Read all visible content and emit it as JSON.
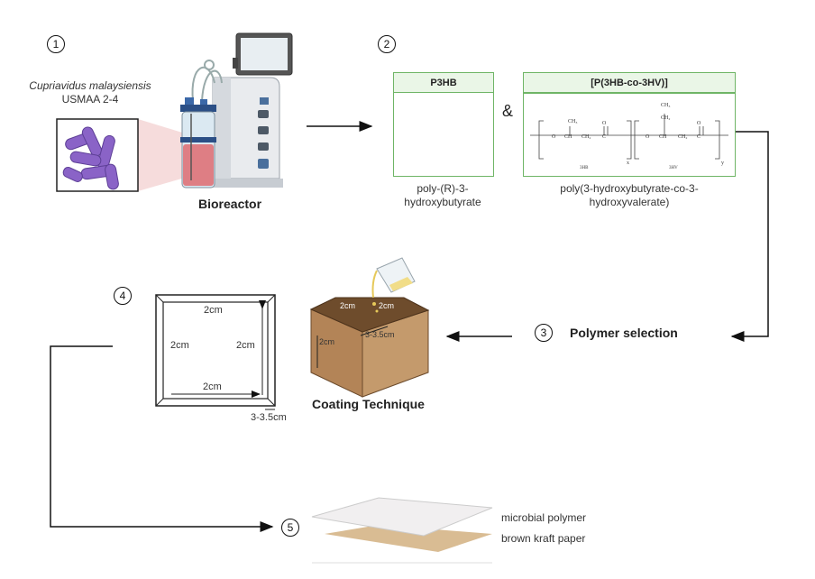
{
  "steps": {
    "s1": {
      "number": "1",
      "organism_name": "Cupriavidus malaysiensis",
      "strain": "USMAA 2-4",
      "label": "Bioreactor"
    },
    "s2": {
      "number": "2",
      "p3hb_title": "P3HB",
      "p3hb_name": "poly-(R)-3-hydroxybutyrate",
      "ampersand": "&",
      "copolymer_title": "[P(3HB-co-3HV)]",
      "copolymer_name": "poly(3-hydroxybutyrate-co-3-hydroxyvalerate)",
      "unit_3hb": "3HB",
      "unit_3hv": "3HV"
    },
    "s3": {
      "number": "3",
      "label": "Polymer selection",
      "coating_label": "Coating Technique"
    },
    "s4": {
      "number": "4"
    },
    "s5": {
      "number": "5",
      "layer_top": "microbial polymer",
      "layer_bottom": "brown kraft paper"
    }
  },
  "dimensions": {
    "frame_top": "2cm",
    "frame_left": "2cm",
    "frame_right": "2cm",
    "frame_bottom": "2cm",
    "frame_border": "3-3.5cm",
    "box_top_left": "2cm",
    "box_top_right": "2cm",
    "box_side": "2cm",
    "box_depth": "3-3.5cm"
  },
  "colors": {
    "box_green": "#6fb566",
    "kraft": "#d9bc93",
    "cardboard": "#c49a6c",
    "bacteria": "#8a63c7"
  }
}
